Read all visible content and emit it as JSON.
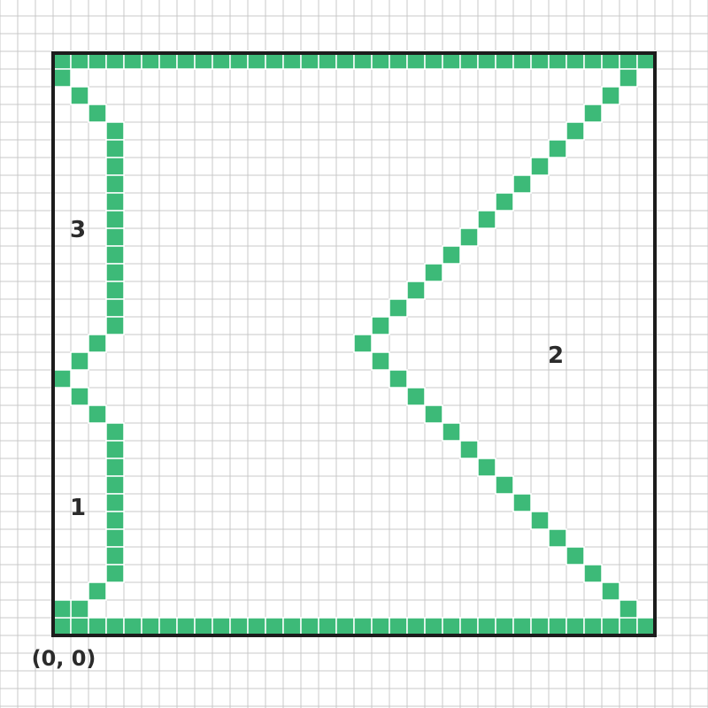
{
  "colors": {
    "background": "#ffffff",
    "grid_line": "#c8c8c8",
    "cell_fill": "#3dba78",
    "cell_stroke": "#ffffff",
    "frame": "#1c1c1c",
    "text": "#2b2b2b"
  },
  "labels": {
    "origin": "(0, 0)",
    "region_1": "1",
    "region_2": "2",
    "region_3": "3"
  },
  "cells": [
    [
      0,
      32
    ],
    [
      1,
      32
    ],
    [
      2,
      32
    ],
    [
      3,
      32
    ],
    [
      4,
      32
    ],
    [
      5,
      32
    ],
    [
      6,
      32
    ],
    [
      7,
      32
    ],
    [
      8,
      32
    ],
    [
      9,
      32
    ],
    [
      10,
      32
    ],
    [
      11,
      32
    ],
    [
      12,
      32
    ],
    [
      13,
      32
    ],
    [
      14,
      32
    ],
    [
      15,
      32
    ],
    [
      16,
      32
    ],
    [
      17,
      32
    ],
    [
      18,
      32
    ],
    [
      19,
      32
    ],
    [
      20,
      32
    ],
    [
      21,
      32
    ],
    [
      22,
      32
    ],
    [
      23,
      32
    ],
    [
      24,
      32
    ],
    [
      25,
      32
    ],
    [
      26,
      32
    ],
    [
      27,
      32
    ],
    [
      28,
      32
    ],
    [
      29,
      32
    ],
    [
      30,
      32
    ],
    [
      31,
      32
    ],
    [
      32,
      32
    ],
    [
      33,
      32
    ],
    [
      0,
      0
    ],
    [
      1,
      0
    ],
    [
      2,
      0
    ],
    [
      3,
      0
    ],
    [
      4,
      0
    ],
    [
      5,
      0
    ],
    [
      6,
      0
    ],
    [
      7,
      0
    ],
    [
      8,
      0
    ],
    [
      9,
      0
    ],
    [
      10,
      0
    ],
    [
      11,
      0
    ],
    [
      12,
      0
    ],
    [
      13,
      0
    ],
    [
      14,
      0
    ],
    [
      15,
      0
    ],
    [
      16,
      0
    ],
    [
      17,
      0
    ],
    [
      18,
      0
    ],
    [
      19,
      0
    ],
    [
      20,
      0
    ],
    [
      21,
      0
    ],
    [
      22,
      0
    ],
    [
      23,
      0
    ],
    [
      24,
      0
    ],
    [
      25,
      0
    ],
    [
      26,
      0
    ],
    [
      27,
      0
    ],
    [
      28,
      0
    ],
    [
      29,
      0
    ],
    [
      30,
      0
    ],
    [
      31,
      0
    ],
    [
      32,
      0
    ],
    [
      33,
      0
    ],
    [
      0,
      31
    ],
    [
      1,
      30
    ],
    [
      2,
      29
    ],
    [
      3,
      28
    ],
    [
      3,
      27
    ],
    [
      3,
      26
    ],
    [
      3,
      25
    ],
    [
      3,
      24
    ],
    [
      3,
      23
    ],
    [
      3,
      22
    ],
    [
      3,
      21
    ],
    [
      3,
      20
    ],
    [
      3,
      19
    ],
    [
      3,
      18
    ],
    [
      3,
      17
    ],
    [
      2,
      16
    ],
    [
      1,
      15
    ],
    [
      0,
      14
    ],
    [
      1,
      13
    ],
    [
      2,
      12
    ],
    [
      3,
      11
    ],
    [
      3,
      10
    ],
    [
      3,
      9
    ],
    [
      3,
      8
    ],
    [
      3,
      7
    ],
    [
      3,
      6
    ],
    [
      3,
      5
    ],
    [
      3,
      4
    ],
    [
      3,
      3
    ],
    [
      2,
      2
    ],
    [
      1,
      1
    ],
    [
      0,
      1
    ],
    [
      32,
      31
    ],
    [
      31,
      30
    ],
    [
      30,
      29
    ],
    [
      29,
      28
    ],
    [
      28,
      27
    ],
    [
      27,
      26
    ],
    [
      26,
      25
    ],
    [
      25,
      24
    ],
    [
      24,
      23
    ],
    [
      23,
      22
    ],
    [
      22,
      21
    ],
    [
      21,
      20
    ],
    [
      20,
      19
    ],
    [
      19,
      18
    ],
    [
      18,
      17
    ],
    [
      17,
      16
    ],
    [
      18,
      15
    ],
    [
      19,
      14
    ],
    [
      20,
      13
    ],
    [
      21,
      12
    ],
    [
      22,
      11
    ],
    [
      23,
      10
    ],
    [
      24,
      9
    ],
    [
      25,
      8
    ],
    [
      26,
      7
    ],
    [
      27,
      6
    ],
    [
      28,
      5
    ],
    [
      29,
      4
    ],
    [
      30,
      3
    ],
    [
      31,
      2
    ],
    [
      32,
      1
    ]
  ]
}
